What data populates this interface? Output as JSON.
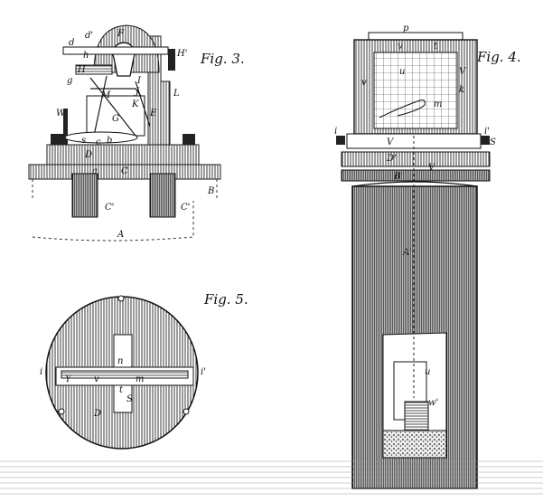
{
  "figures": {
    "fig3": {
      "title": "Fig. 3.",
      "labels": [
        "d'",
        "d",
        "F",
        "H'",
        "h",
        "H",
        "g",
        "I",
        "J",
        "L",
        "M",
        "K",
        "G",
        "W",
        "E",
        "s",
        "c",
        "b",
        "D",
        "C",
        "C'",
        "C'",
        "A",
        "B",
        "a"
      ]
    },
    "fig4": {
      "title": "Fig. 4.",
      "labels": [
        "p",
        "v",
        "t",
        "u",
        "V",
        "v",
        "k",
        "m",
        "V",
        "i",
        "i'",
        "S",
        "D'",
        "V",
        "B'",
        "A'",
        "u",
        "w'"
      ]
    },
    "fig5": {
      "title": "Fig. 5.",
      "labels": [
        "n",
        "i",
        "i'",
        "Y",
        "v",
        "t",
        "m",
        "S",
        "D"
      ]
    }
  },
  "colors": {
    "ink": "#1a1a1a",
    "paper": "#ffffff"
  }
}
